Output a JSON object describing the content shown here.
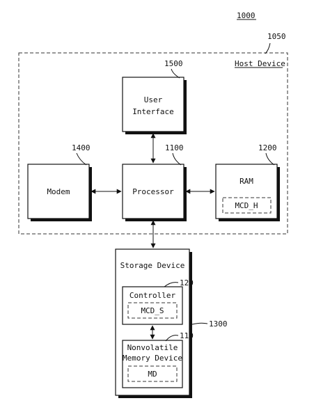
{
  "figure": {
    "ref": "1000"
  },
  "host": {
    "ref": "1050",
    "label": "Host Device"
  },
  "user_interface": {
    "ref": "1500",
    "line1": "User",
    "line2": "Interface"
  },
  "modem": {
    "ref": "1400",
    "label": "Modem"
  },
  "processor": {
    "ref": "1100",
    "label": "Processor"
  },
  "ram": {
    "ref": "1200",
    "label": "RAM",
    "inner": "MCD_H"
  },
  "storage": {
    "ref": "1300",
    "label": "Storage Device"
  },
  "controller": {
    "ref": "120",
    "label": "Controller",
    "inner": "MCD_S"
  },
  "nvm": {
    "ref": "110",
    "line1": "Nonvolatile",
    "line2": "Memory Device",
    "inner": "MD"
  }
}
